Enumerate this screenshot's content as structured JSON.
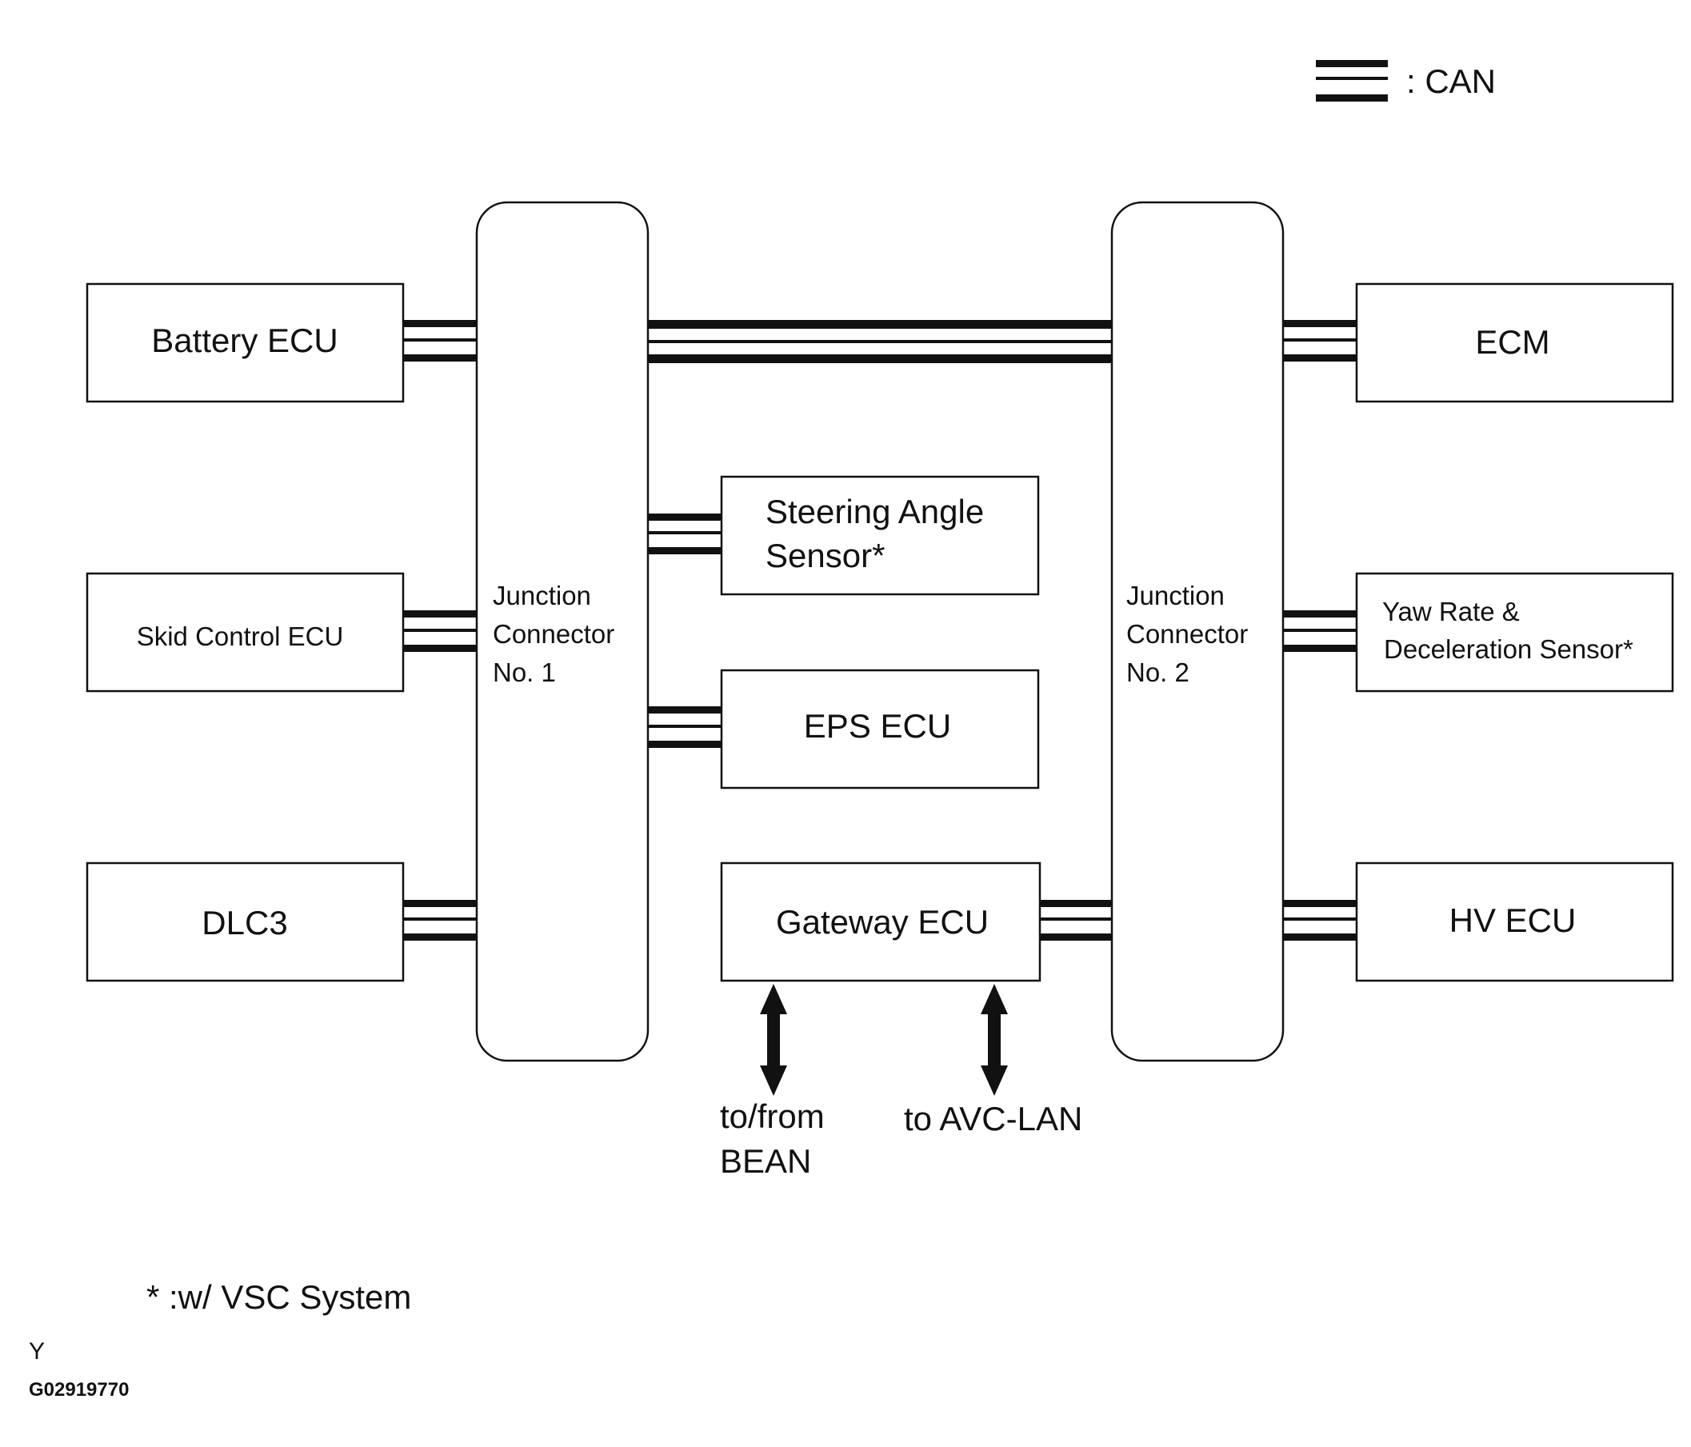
{
  "legend": {
    "label": ": CAN"
  },
  "junction_1": {
    "line1": "Junction",
    "line2": "Connector",
    "line3": "No. 1"
  },
  "junction_2": {
    "line1": "Junction",
    "line2": "Connector",
    "line3": "No. 2"
  },
  "nodes": {
    "battery_ecu": "Battery ECU",
    "skid_control_ecu": "Skid Control ECU",
    "dlc3": "DLC3",
    "steering_angle_sensor": {
      "line1": "Steering Angle",
      "line2": "Sensor*"
    },
    "eps_ecu": "EPS ECU",
    "gateway_ecu": "Gateway ECU",
    "ecm": "ECM",
    "yaw_rate_sensor": {
      "line1": "Yaw Rate &",
      "line2": "Deceleration Sensor*"
    },
    "hv_ecu": "HV ECU"
  },
  "arrows": {
    "bean": {
      "line1": "to/from",
      "line2": "BEAN"
    },
    "avc_lan": "to AVC-LAN"
  },
  "footnote": "* :w/ VSC System",
  "corner_letter": "Y",
  "figure_id": "G02919770"
}
